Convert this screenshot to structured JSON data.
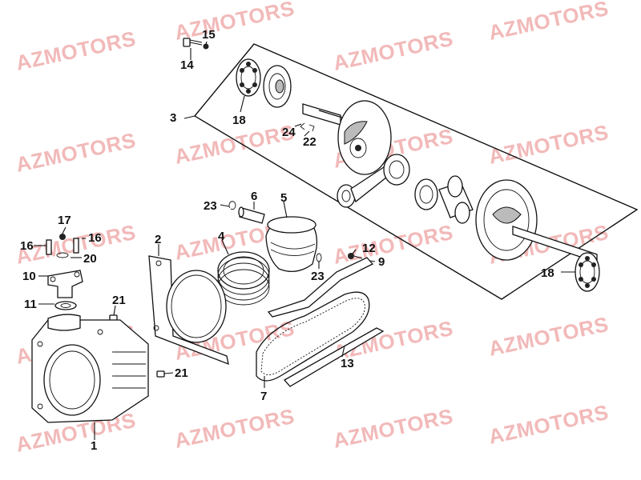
{
  "watermark": "AZMOTORS",
  "callouts": {
    "c1": "1",
    "c2": "2",
    "c3": "3",
    "c4": "4",
    "c5": "5",
    "c6": "6",
    "c7": "7",
    "c9": "9",
    "c10": "10",
    "c11": "11",
    "c12": "12",
    "c13": "13",
    "c14": "14",
    "c15": "15",
    "c16a": "16",
    "c16b": "16",
    "c17": "17",
    "c18a": "18",
    "c18b": "18",
    "c20": "20",
    "c21a": "21",
    "c21b": "21",
    "c22": "22",
    "c23a": "23",
    "c23b": "23",
    "c24": "24"
  },
  "colors": {
    "watermark": "#f2b9b9",
    "line": "#111111",
    "background": "#ffffff"
  }
}
